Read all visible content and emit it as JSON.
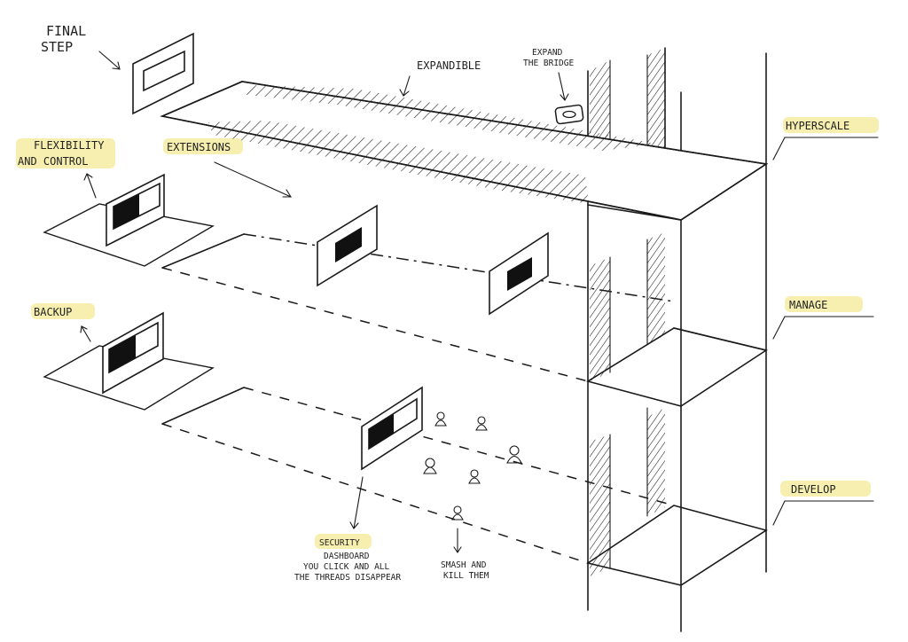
{
  "colors": {
    "ink": "#1a1a1a",
    "highlight": "#f7efb0",
    "paper": "#ffffff"
  },
  "labels": {
    "final_step_1": "FINAL",
    "final_step_2": "STEP",
    "expandible": "EXPANDIBLE",
    "expand_bridge_1": "EXPAND",
    "expand_bridge_2": "THE BRIDGE",
    "flexibility_1": "FLEXIBILITY",
    "flexibility_2": "AND CONTROL",
    "extensions": "EXTENSIONS",
    "backup": "BACKUP",
    "hyperscale": "HYPERSCALE",
    "manage": "MANAGE",
    "develop": "DEVELOP",
    "security": "SECURITY",
    "security_note_1": "DASHBOARD",
    "security_note_2": "YOU CLICK AND ALL",
    "security_note_3": "THE THREADS DISAPPEAR",
    "smash_1": "SMASH AND",
    "smash_2": "KILL THEM"
  }
}
